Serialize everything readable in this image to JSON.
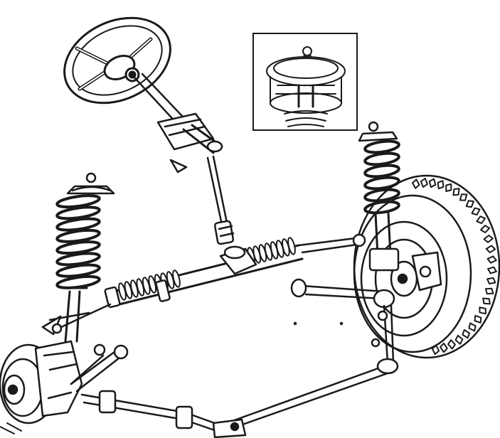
{
  "diagram": {
    "type": "technical-illustration",
    "subject": "front-suspension-and-rack-and-pinion-steering",
    "colors": {
      "ink": "#1a1a1a",
      "paper": "#ffffff"
    },
    "parts": [
      "steering-wheel",
      "steering-column",
      "intermediate-shaft",
      "rack-and-pinion-steering-gear",
      "left-coil-spring-strut",
      "right-coil-spring-strut",
      "left-hub-and-brake-disc",
      "right-wheel-and-tyre",
      "left-tie-rod",
      "right-tie-rod",
      "left-lower-control-arm",
      "right-lower-control-arm",
      "anti-roll-bar",
      "strut-top-mount-inset"
    ]
  }
}
